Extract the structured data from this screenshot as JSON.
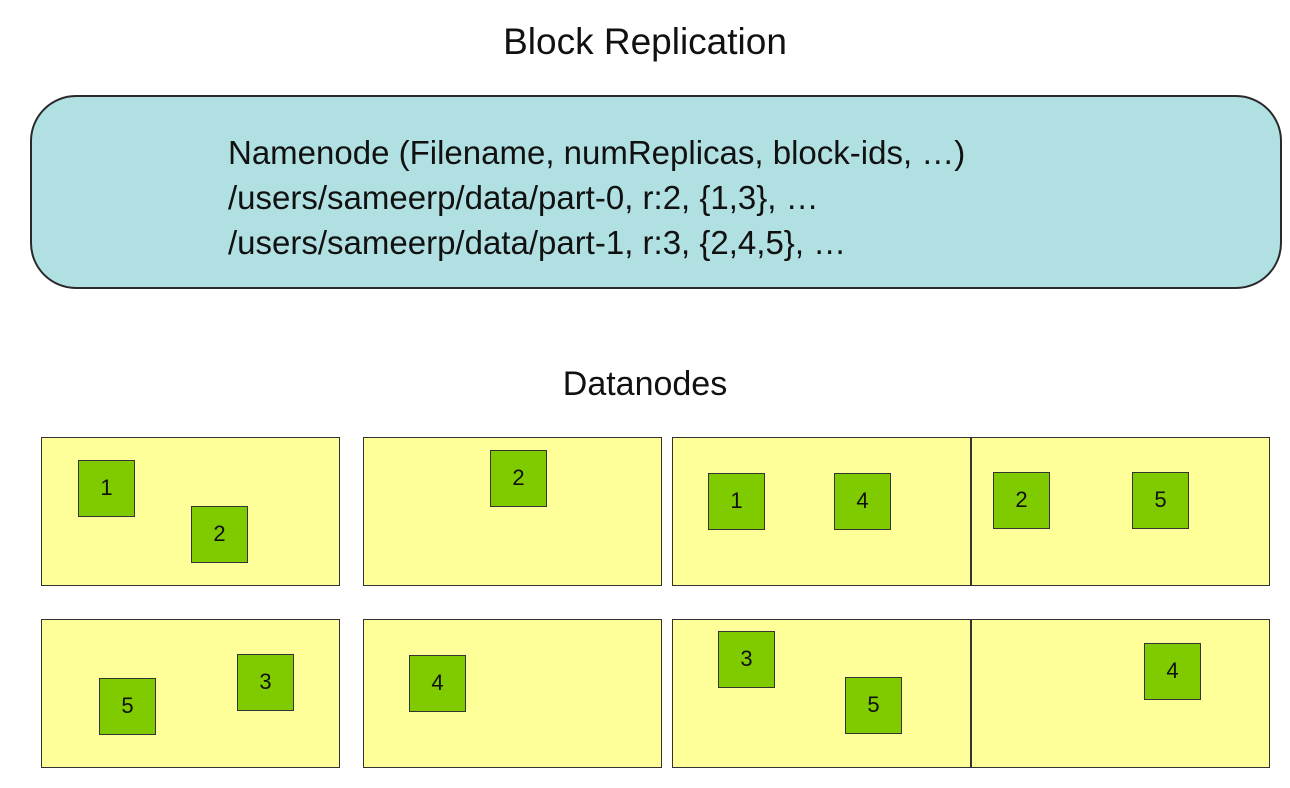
{
  "title": "Block Replication",
  "namenode": {
    "lines": [
      "Namenode (Filename, numReplicas, block-ids, …)",
      "/users/sameerp/data/part-0, r:2, {1,3}, …",
      "/users/sameerp/data/part-1, r:3, {2,4,5}, …"
    ]
  },
  "datanodes": {
    "label": "Datanodes",
    "rows": [
      [
        {
          "blocks": [
            "1",
            "2"
          ]
        },
        {
          "blocks": [
            "2"
          ]
        },
        {
          "blocks": [
            "1",
            "4"
          ]
        },
        {
          "blocks": [
            "2",
            "5"
          ]
        }
      ],
      [
        {
          "blocks": [
            "5",
            "3"
          ]
        },
        {
          "blocks": [
            "4"
          ]
        },
        {
          "blocks": [
            "3",
            "5"
          ]
        },
        {
          "blocks": [
            "4"
          ]
        }
      ]
    ]
  },
  "colors": {
    "namenode_fill": "#b0e0e2",
    "datanode_fill": "#ffff99",
    "block_fill": "#7fcb00",
    "border": "#333333"
  }
}
